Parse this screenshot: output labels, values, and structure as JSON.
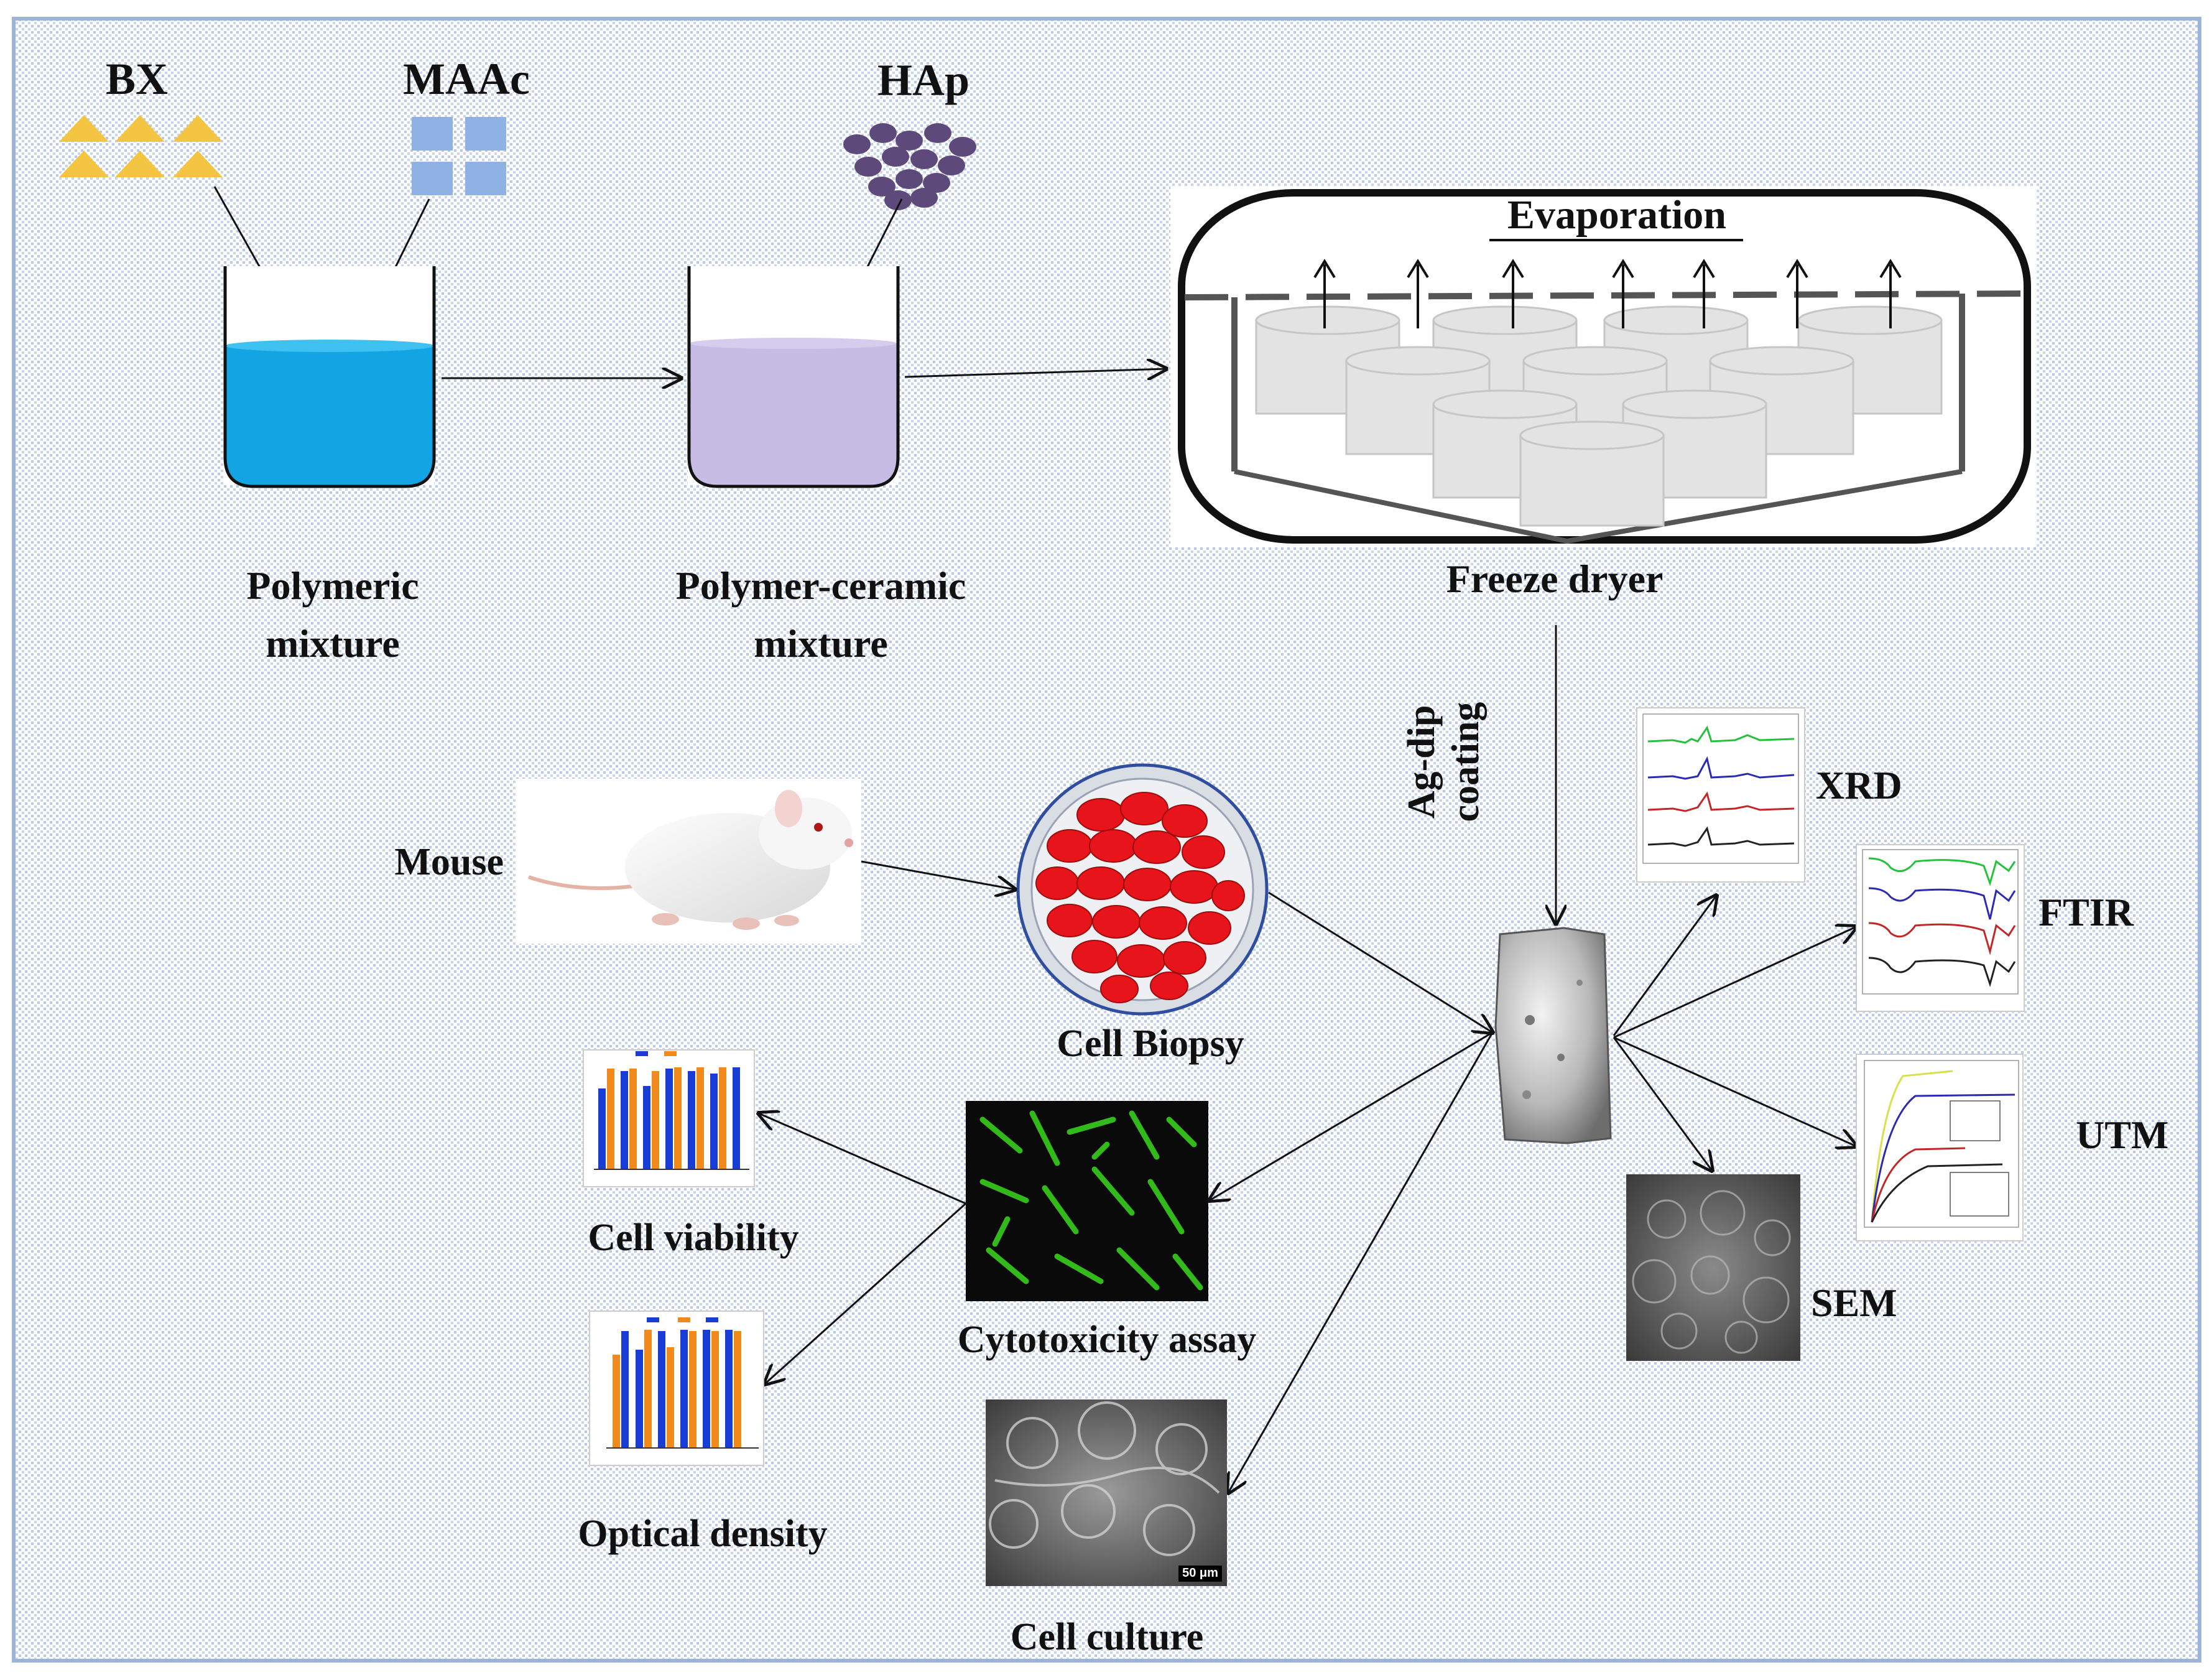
{
  "inputs": {
    "bx": "BX",
    "maac": "MAAc",
    "hap": "HAp"
  },
  "stages": {
    "polymeric_mixture": "Polymeric\nmixture",
    "polymer_ceramic_mixture": "Polymer-ceramic\nmixture",
    "freeze_dryer": "Freeze dryer",
    "evaporation": "Evaporation",
    "ag_dip_coating": "Ag-dip\ncoating"
  },
  "characterization": {
    "xrd": "XRD",
    "ftir": "FTIR",
    "utm": "UTM",
    "sem": "SEM"
  },
  "biology": {
    "mouse": "Mouse",
    "cell_biopsy": "Cell Biopsy",
    "cytotoxicity_assay": "Cytotoxicity assay",
    "cell_viability": "Cell viability",
    "optical_density": "Optical density",
    "cell_culture": "Cell culture",
    "scale_bar": "50 μm"
  },
  "colors": {
    "background_pattern": "#b8c9e6",
    "frame_border": "#9eb3d8",
    "bx_triangles": "#f4c542",
    "maac_squares": "#8fb1e3",
    "hap_dots": "#5e4a7a",
    "polymeric_liquid": "#12a4e3",
    "polymer_ceramic_liquid": "#c6bce4",
    "biopsy_cells": "#e8141b",
    "cytotox_fluorescence": "#35c41b",
    "bar_blue": "#1a3cd6",
    "bar_orange": "#f08a1c",
    "xrd_series": [
      "#22c33a",
      "#2a2ab3",
      "#c42626",
      "#222222"
    ]
  }
}
